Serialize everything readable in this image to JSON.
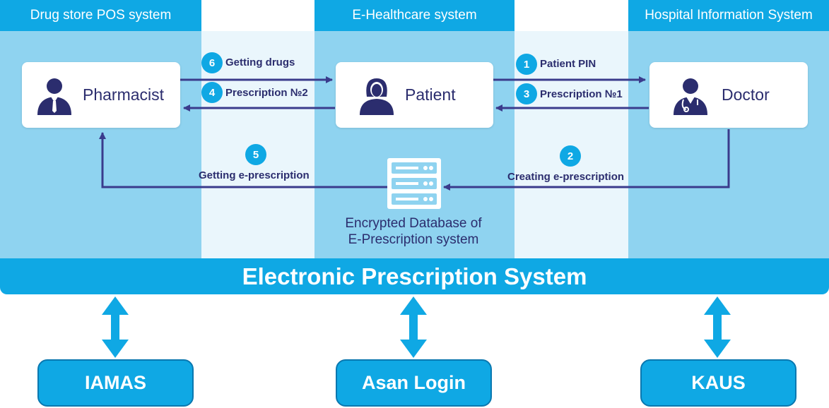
{
  "lanes": {
    "pos": "Drug store POS system",
    "ehealth": "E-Healthcare system",
    "his": "Hospital Information System"
  },
  "actors": {
    "pharmacist": "Pharmacist",
    "patient": "Patient",
    "doctor": "Doctor"
  },
  "flows": {
    "f1": {
      "num": "1",
      "label": "Patient PIN"
    },
    "f2": {
      "num": "2",
      "label": "Creating e-prescription"
    },
    "f3": {
      "num": "3",
      "label": "Prescription №1"
    },
    "f4": {
      "num": "4",
      "label": "Prescription №2"
    },
    "f5": {
      "num": "5",
      "label": "Getting e-prescription"
    },
    "f6": {
      "num": "6",
      "label": "Getting drugs"
    }
  },
  "database": {
    "line1": "Encrypted Database of",
    "line2": "E-Prescription system",
    "icon": "server-database-icon"
  },
  "system_bar": "Electronic Prescription System",
  "externals": {
    "iamas": "IAMAS",
    "asan": "Asan Login",
    "kaus": "KAUS"
  },
  "colors": {
    "lane_header": "#0fa8e4",
    "lane_body": "#8fd3f0",
    "arrow": "#3a3b8c",
    "text_dark": "#2b2d6e"
  }
}
